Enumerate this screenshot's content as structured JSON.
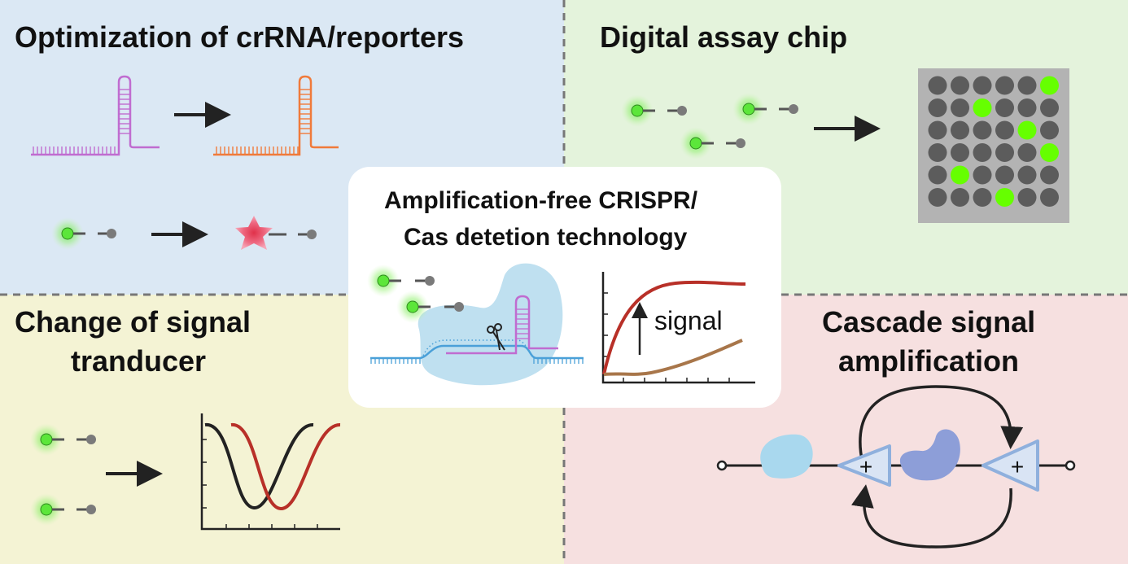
{
  "quadrants": {
    "top_left": {
      "title": "Optimization of crRNA/reporters",
      "color": "#dbe8f4"
    },
    "top_right": {
      "title": "Digital assay chip",
      "color": "#e4f3dc"
    },
    "bottom_left": {
      "title_line1": "Change of signal",
      "title_line2": "tranducer",
      "color": "#f4f3d4"
    },
    "bottom_right": {
      "title_line1": "Cascade signal",
      "title_line2": "amplification",
      "color": "#f6e0e0"
    }
  },
  "center": {
    "title_line1": "Amplification-free CRISPR/",
    "title_line2": "Cas detetion technology",
    "signal_label": "signal"
  },
  "chip": {
    "rows": 6,
    "cols": 6,
    "lit_wells": [
      [
        0,
        5
      ],
      [
        1,
        2
      ],
      [
        2,
        4
      ],
      [
        3,
        5
      ],
      [
        4,
        1
      ],
      [
        5,
        3
      ]
    ],
    "well_color": "#5c5c5c",
    "lit_color": "#66ff00"
  },
  "cascade": {
    "amplifier_symbol": "+"
  },
  "colors": {
    "reporter_green": "#5ce63a",
    "crRNA_purple": "#c06cd0",
    "crRNA_orange": "#f07a3a",
    "curve_red": "#b83028",
    "curve_brown": "#a8764a",
    "curve_black": "#222222",
    "cas_blue": "#bfe0f0",
    "enzyme_light": "#a9d8ee",
    "enzyme_dark": "#8d9ed8",
    "amp_blue": "#8fb0dd"
  }
}
